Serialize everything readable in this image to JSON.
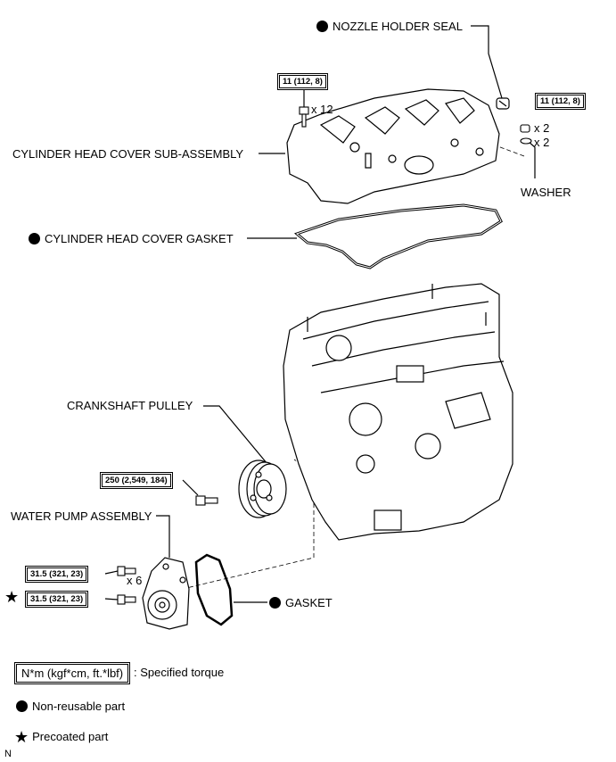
{
  "labels": {
    "nozzle_holder_seal": "NOZZLE HOLDER SEAL",
    "cylinder_head_cover_sub_assembly": "CYLINDER HEAD COVER SUB-ASSEMBLY",
    "washer": "WASHER",
    "cylinder_head_cover_gasket": "CYLINDER HEAD COVER GASKET",
    "crankshaft_pulley": "CRANKSHAFT PULLEY",
    "water_pump_assembly": "WATER PUMP ASSEMBLY",
    "gasket": "GASKET"
  },
  "torques": {
    "cover_bolt": "11 (112, 8)",
    "nut": "11 (112, 8)",
    "pulley_bolt": "250 (2,549, 184)",
    "pump_bolt": "31.5 (321, 23)",
    "pump_bolt_precoated": "31.5 (321, 23)"
  },
  "quantities": {
    "cover_bolts": "x 12",
    "nuts": "x 2",
    "washers": "x 2",
    "pump_bolts": "x 6"
  },
  "legend": {
    "torque_box": "N*m (kgf*cm, ft.*lbf)",
    "torque_desc": ": Specified torque",
    "non_reusable": "Non-reusable part",
    "precoated": "Precoated part"
  },
  "figure_code": "N"
}
